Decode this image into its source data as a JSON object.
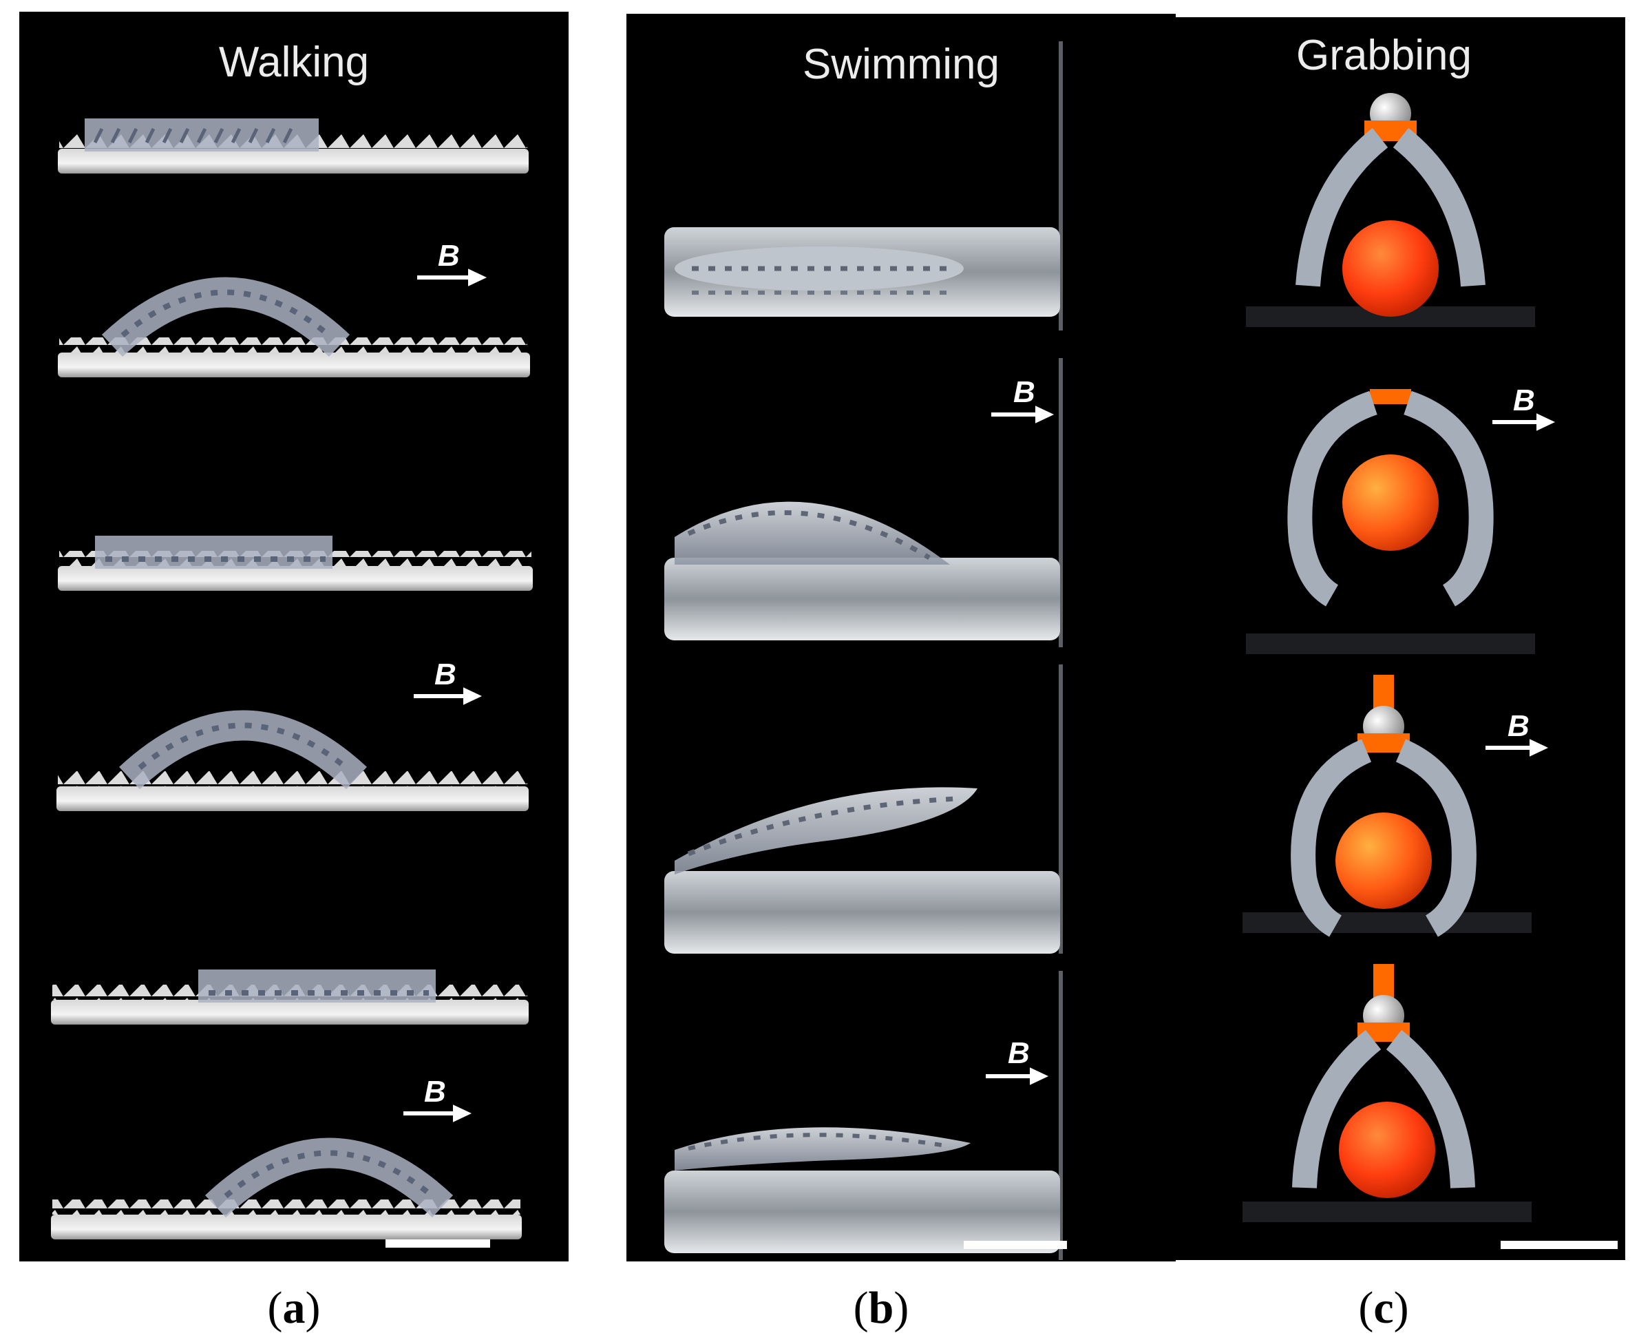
{
  "panels": [
    {
      "title": "Walking",
      "caption_label": "a"
    },
    {
      "title": "Swimming",
      "caption_label": "b"
    },
    {
      "title": "Grabbing",
      "caption_label": "c"
    }
  ],
  "field_label": "B",
  "colors": {
    "background": "#000000",
    "robot": "#b7bfcc",
    "track": "#e8e8e8",
    "object": "#ff4a14",
    "clamp": "#ff6a00"
  }
}
